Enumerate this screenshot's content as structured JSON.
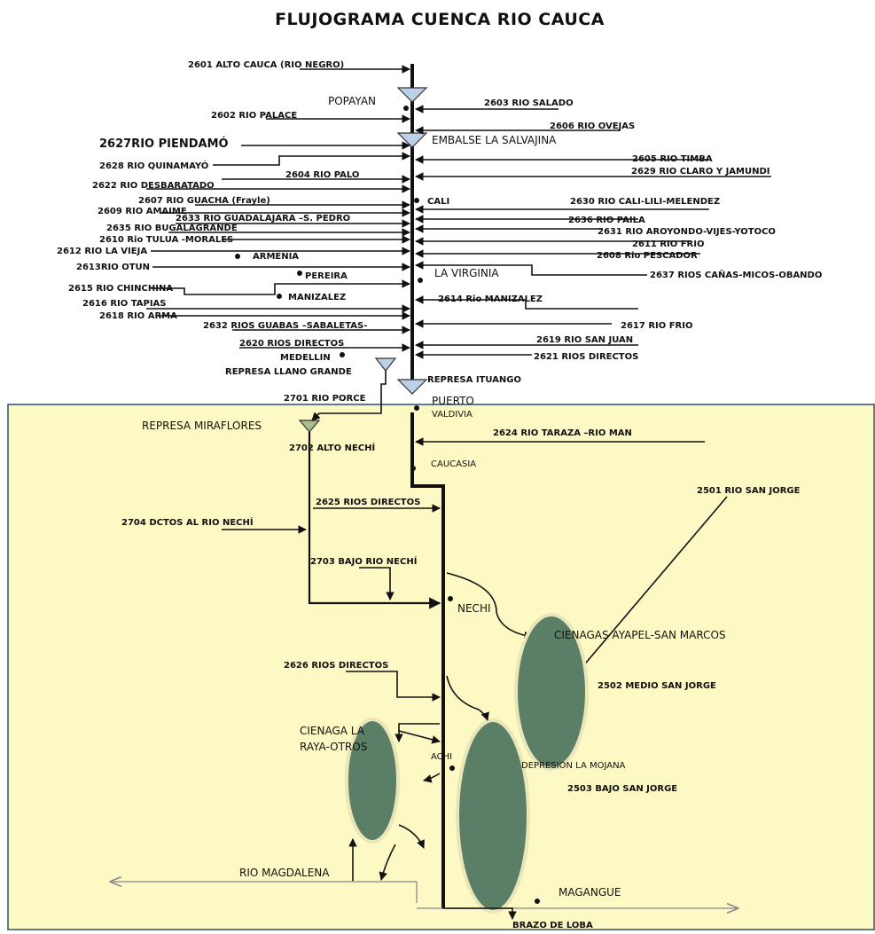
{
  "title": "FLUJOGRAMA CUENCA RIO CAUCA",
  "left_tributaries": {
    "t2601": "2601 ALTO CAUCA (RIO NEGRO)",
    "t2602": "2602 RIO PALACE",
    "t2627": "2627RIO PIENDAMÓ",
    "t2628": "2628 RIO QUINAMAYÓ",
    "t2604": "2604 RIO PALO",
    "t2622": "2622 RIO DESBARATADO",
    "t2607": "2607 RIO GUACHA (Frayle)",
    "t2609": "2609 RIO AMAIME",
    "t2633": "2633 RIO GUADALAJARA –S. PEDRO",
    "t2635": "2635 RIO BUGALAGRANDE",
    "t2610": "2610 Rio TULUA -MORALES",
    "t2612": "2612 RIO LA VIEJA",
    "t2613": "2613RIO OTUN",
    "t2615": "2615 RIO CHINCHINA",
    "t2616": "2616 RIO TAPIAS",
    "t2618": "2618 RIO ARMA",
    "t2632": "2632 RIOS GUABAS –SABALETAS-",
    "t2620": "2620 RIOS DIRECTOS",
    "t2701": "2701 RIO PORCE",
    "t2702": "2702 ALTO NECHÍ",
    "t2704": "2704 DCTOS AL  RIO NECHÍ",
    "t2703": "2703 BAJO RIO NECHÍ",
    "t2625": "2625 RIOS DIRECTOS",
    "t2626": "2626 RIOS DIRECTOS"
  },
  "right_tributaries": {
    "t2603": "2603 RIO SALADO",
    "t2606": "2606 RIO OVEJAS",
    "t2605": "2605 RIO TIMBA",
    "t2629": "2629 RIO CLARO Y JAMUNDI",
    "t2630": "2630 RIO CALI-LILI-MELENDEZ",
    "t2636": "2636 RIO PAILA",
    "t2631": "2631 RIO AROYONDO-VIJES-YOTOCO",
    "t2611": "2611 RIO FRIO",
    "t2608": "2608 Rio PESCADOR",
    "t2637": "2637 RIOS CAÑAS-MICOS-OBANDO",
    "t2614": "2614 Rio MANIZALEZ",
    "t2617": "2617 RIO FRIO",
    "t2619": "2619 RIO SAN JUAN",
    "t2621": "2621 RIOS DIRECTOS",
    "t2624": "2624 RIO TARAZA –RIO MAN",
    "t2501": "2501 RIO SAN JORGE",
    "t2502": "2502 MEDIO SAN JORGE",
    "t2503": "2503 BAJO SAN JORGE"
  },
  "places": {
    "popayan": "POPAYAN",
    "salvajina": "EMBALSE LA SALVAJINA",
    "cali": "CALI",
    "armenia": "ARMENIA",
    "pereira": "PEREIRA",
    "virginia": "LA VIRGINIA",
    "manizalez": "MANIZALEZ",
    "medellin": "MEDELLIN",
    "llano_grande": "REPRESA LLANO GRANDE",
    "ituango": "REPRESA ITUANGO",
    "puerto": "PUERTO",
    "valdivia": "VALDIVIA",
    "miraflores": "REPRESA MIRAFLORES",
    "caucasia": "CAUCASIA",
    "nechi": "NECHI",
    "ayapel": "CIENAGAS AYAPEL-SAN MARCOS",
    "raya1": "CIENAGA LA",
    "raya2": "RAYA-OTROS",
    "achi": "ACHI",
    "mojana": "DEPRESION LA MOJANA",
    "magdalena": "RIO MAGDALENA",
    "magangue": "MAGANGUE",
    "brazo_loba": "BRAZO DE LOBA"
  },
  "colors": {
    "lower_basin_fill": "#fdf9c4",
    "lower_basin_border": "#2c4f74",
    "cienaga_fill": "#5a7f66",
    "reservoir_fill": "#bcd0e8",
    "miraflores_fill": "#a7bd8c"
  }
}
